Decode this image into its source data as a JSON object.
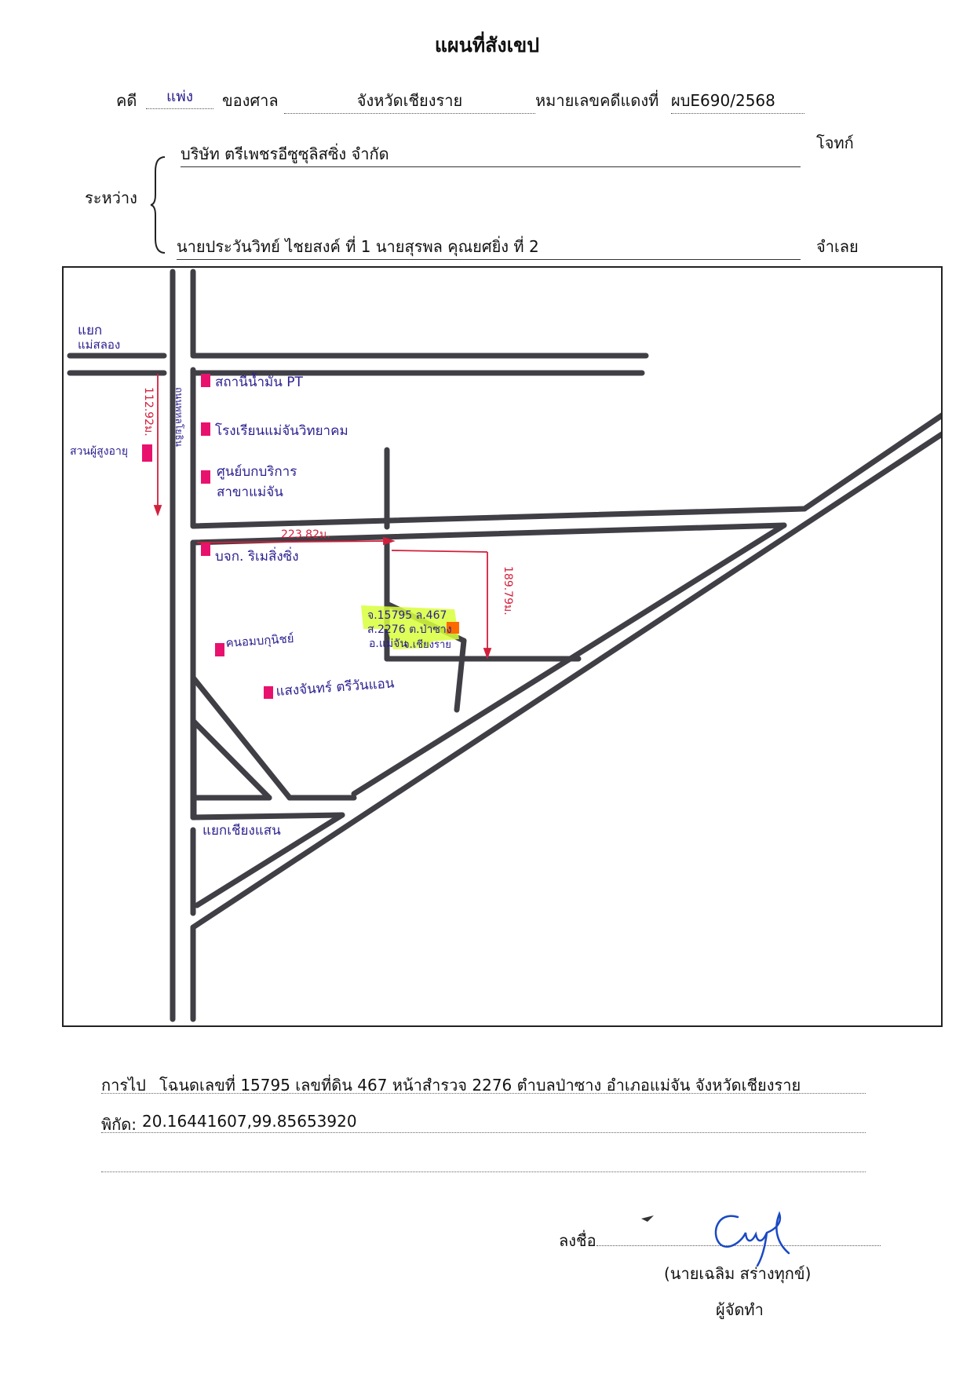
{
  "title": "แผนที่สังเขป",
  "case": {
    "case_label": "คดี",
    "case_type": "แพ่ง",
    "court_label": "ของศาล",
    "court": "จังหวัดเชียงราย",
    "red_no_label": "หมายเลขคดีแดงที่",
    "red_no": "ผบE690/2568"
  },
  "parties": {
    "between_label": "ระหว่าง",
    "plaintiff": "บริษัท ตรีเพชรอีซูซุลิสซิ่ง จำกัด",
    "plaintiff_role": "โจทก์",
    "defendant": "นายประวันวิทย์ ไชยสงค์ ที่ 1 นายสุรพล คุณยศยิ่ง ที่ 2",
    "defendant_role": "จำเลย"
  },
  "map": {
    "labels": {
      "junction_top": [
        "แยก",
        "แม่สลอง"
      ],
      "gas_station": "สถานีน้ำมัน PT",
      "school": "โรงเรียนแม่จันวิทยาคม",
      "service_center": [
        "ศูนย์บกบริการ",
        "สาขาแม่จัน"
      ],
      "left_place": "สวนผู้สูงอายุ",
      "road_name": "ถนนพหลโยธิน",
      "dist_vertical": "112.92ม.",
      "dist_horizontal": "223.82ม.",
      "dist_right": "189.79ม.",
      "company": "บจก. ริเมสิ่งซิ่ง",
      "shop": "คนอมบกุนิชย์",
      "hotel": "แสงจันทร์ ตรีวันแอน",
      "junction_bottom": "แยกเชียงแสน"
    },
    "target_note": [
      "จ.15795 ล.467",
      "ส.2276 ต.ป่าซาง",
      "อ.แม่จัน",
      "จ.เชียงราย"
    ],
    "colors": {
      "road": "#3f3f45",
      "landmark": "#e8126e",
      "target": "#ff6a00",
      "highlight": "#d8ff3a",
      "ink_blue": "#2a1f8f",
      "ink_red": "#d2203c"
    }
  },
  "directions": {
    "label": "การไป",
    "text": "โฉนดเลขที่ 15795 เลขที่ดิน 467 หน้าสำรวจ 2276 ตำบลป่าซาง อำเภอแม่จัน จังหวัดเชียงราย"
  },
  "coords": {
    "label": "พิกัด:",
    "value": "20.16441607,99.85653920"
  },
  "signature": {
    "sign_label": "ลงชื่อ",
    "name": "(นายเฉลิม สร่างทุกข์)",
    "role": "ผู้จัดทำ"
  }
}
